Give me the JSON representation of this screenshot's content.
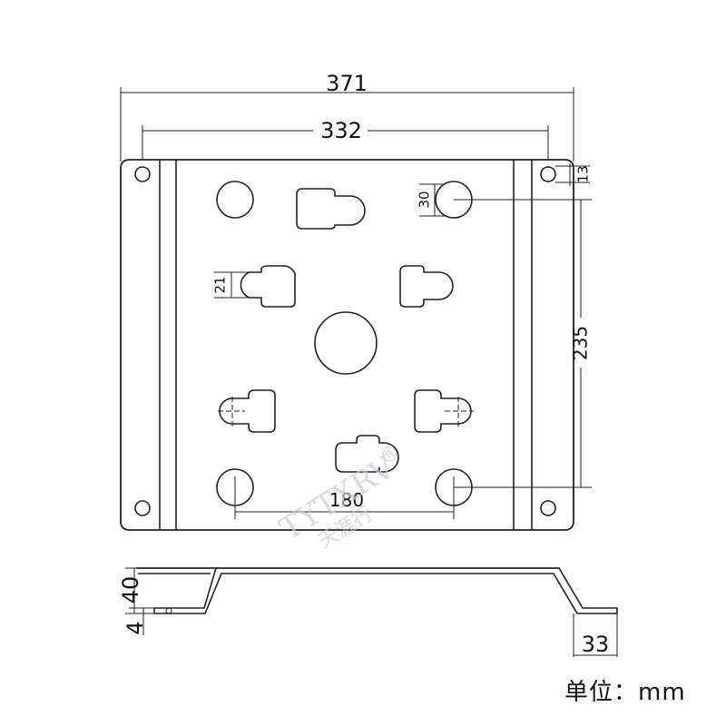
{
  "dimensions": {
    "overall_width": "371",
    "hole_spacing_width": "332",
    "corner_offset": "13",
    "round_hole_diameter": "30",
    "slot_width": "21",
    "vertical_spacing": "235",
    "horizontal_spacing": "180",
    "bend_height": "40",
    "plate_thickness": "4",
    "flange_width": "33"
  },
  "watermark": {
    "brand": "TYTXRV",
    "registered": "®",
    "cn_name": "天涯行"
  },
  "unit_label": "单位：mm"
}
